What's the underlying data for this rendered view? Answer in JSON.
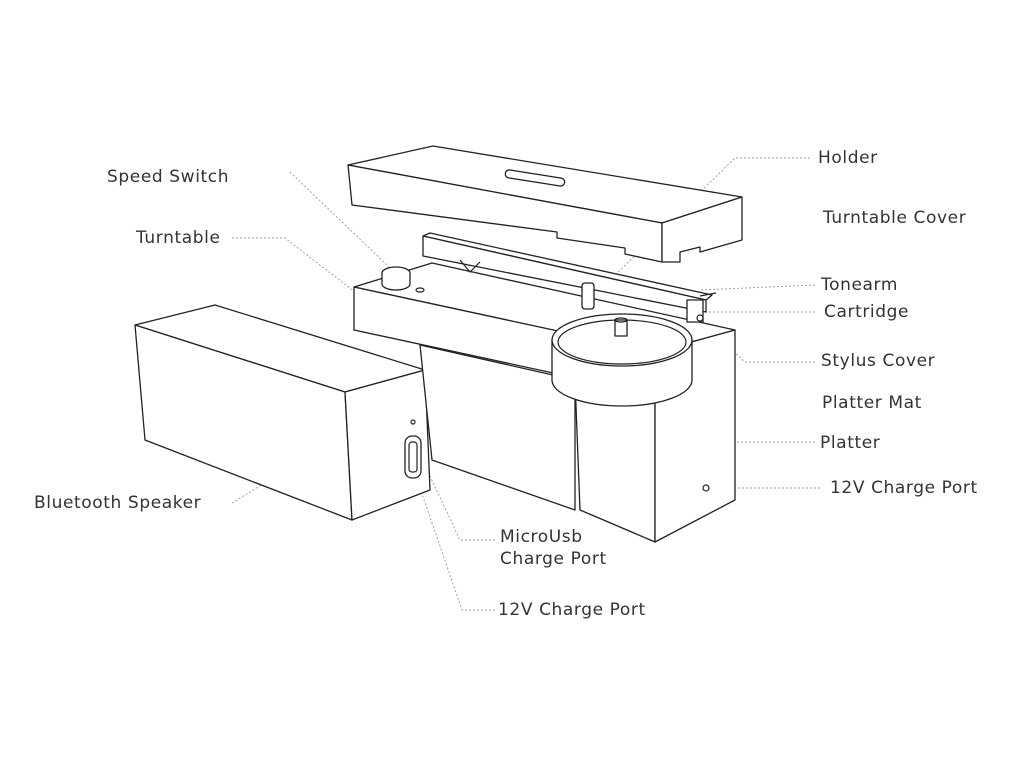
{
  "labels": {
    "speed_switch": "Speed Switch",
    "turntable": "Turntable",
    "bluetooth_speaker": "Bluetooth Speaker",
    "holder": "Holder",
    "turntable_cover": "Turntable Cover",
    "tonearm": "Tonearm",
    "cartridge": "Cartridge",
    "stylus_cover": "Stylus Cover",
    "platter_mat": "Platter Mat",
    "platter": "Platter",
    "charge_port_right": "12V Charge Port",
    "microusb_line1": "MicroUsb",
    "microusb_line2": "Charge Port",
    "charge_port_bottom": "12V Charge Port"
  }
}
